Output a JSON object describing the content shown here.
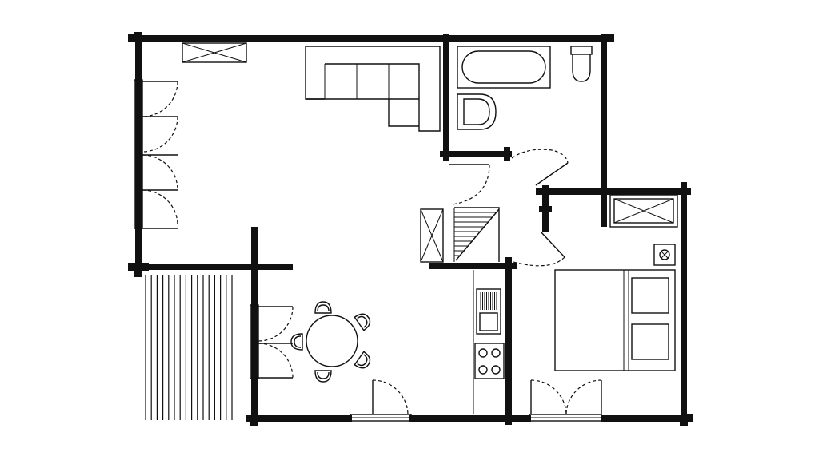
{
  "plan": {
    "kind": "floor-plan",
    "labels": [],
    "rooms": [
      "living-room",
      "dining-area",
      "bathroom",
      "kitchen",
      "bedroom",
      "hallway",
      "terrace"
    ],
    "furniture_icons": [
      "sofa-icon",
      "bathtub-icon",
      "toilet-icon",
      "sink-icon",
      "dining-table-icon",
      "chair-icon",
      "stove-icon",
      "kitchen-sink-icon",
      "double-bed-icon",
      "nightstand-icon",
      "boiler-icon",
      "staircase-icon",
      "wardrobe-icon",
      "door-icon",
      "window-icon"
    ],
    "colors": {
      "wall": "#111111",
      "line": "#111111",
      "background": "#ffffff"
    }
  }
}
